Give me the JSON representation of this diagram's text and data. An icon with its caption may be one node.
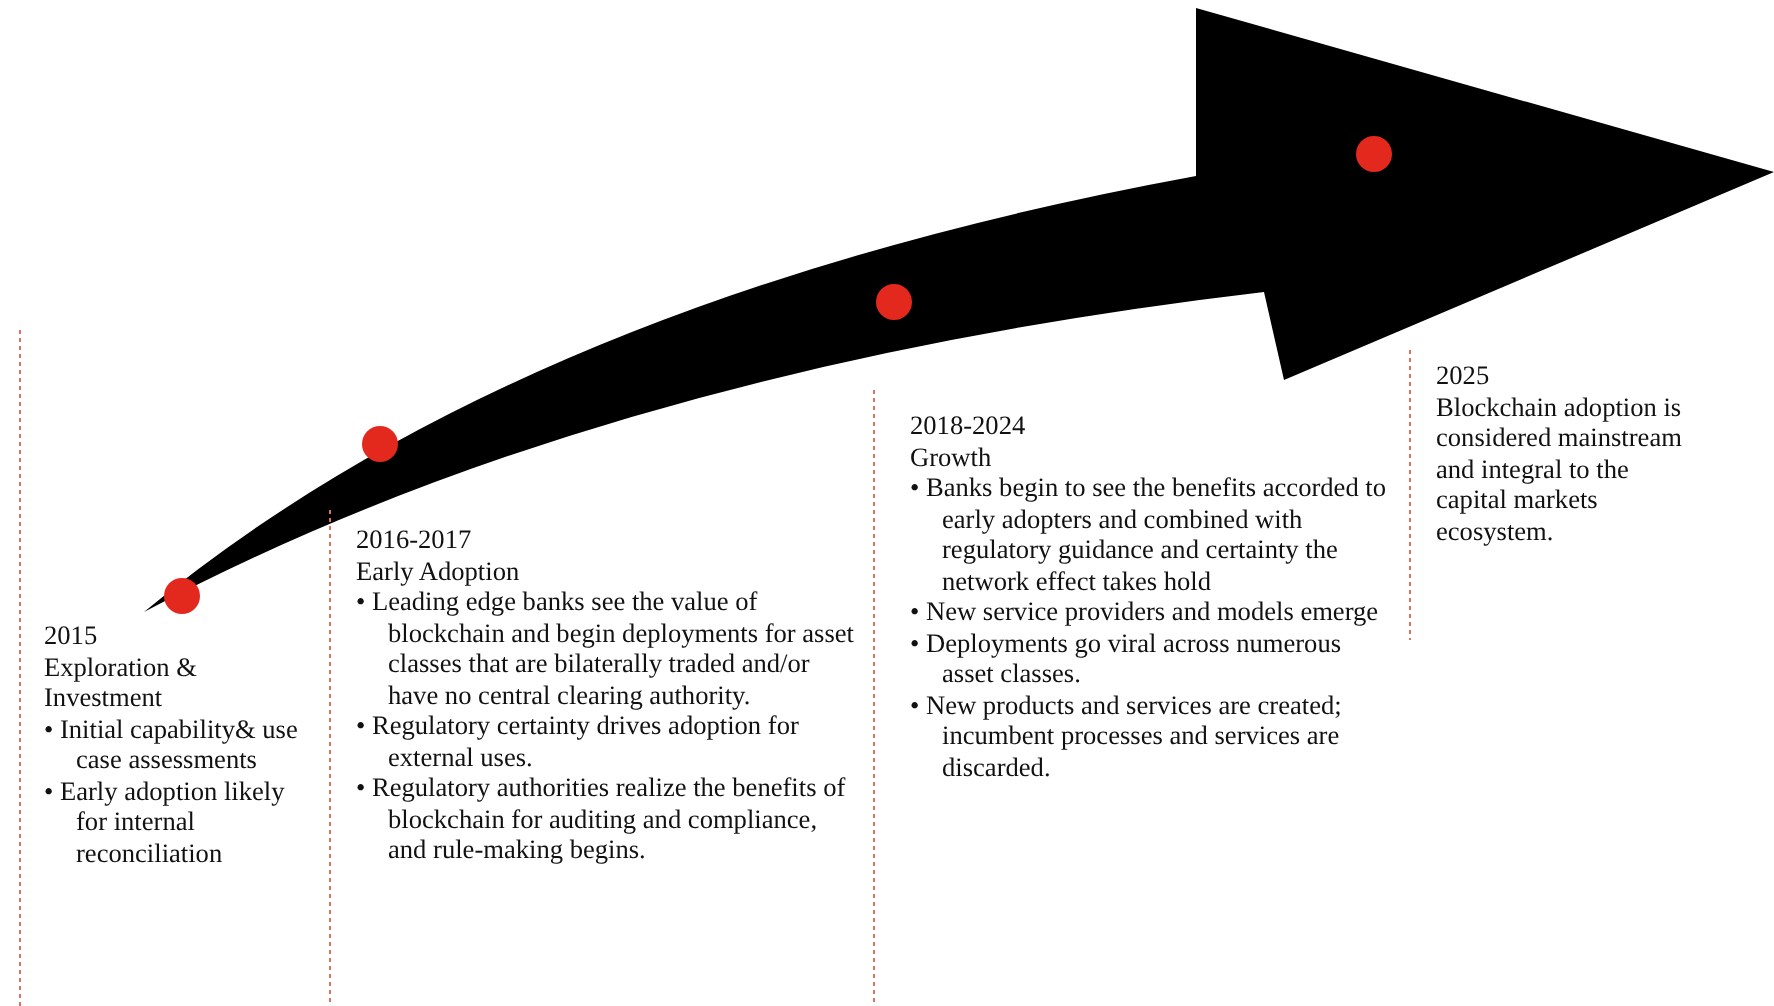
{
  "diagram": {
    "nodes": [
      {
        "text": [],
        "shape": "circle"
      },
      {
        "text": [],
        "shape": "circle"
      },
      {
        "text": [],
        "shape": "circle"
      },
      {
        "text": [],
        "shape": "circle"
      },
      {
        "text": [
          "2015",
          "Exploration & Investment",
          "• Initial capability& use case assessments",
          "• Early adoption likely for internal reconciliation"
        ]
      },
      {
        "text": [
          "2016-2017",
          "Early Adoption",
          "• Leading edge banks see the value of blockchain and begin deployments for asset classes that are bilaterally traded and/or have no central clearing authority.",
          "• Regulatory certainty drives adoption for external uses.",
          "• Regulatory authorities realize the benefits of blockchain for auditing and compliance, and rule-making begins."
        ]
      },
      {
        "text": [
          "2018-2024",
          "Growth",
          "• Banks begin to see the benefits accorded to early adopters and combined with regulatory guidance and certainty the network effect takes hold",
          "• New service providers and models emerge",
          "• Deployments go viral across numerous asset classes.",
          "• New products and services are created; incumbent processes and services are discarded."
        ]
      },
      {
        "text": [
          "2025",
          "Blockchain adoption is considered mainstream and integral to the capital markets ecosystem."
        ]
      }
    ]
  }
}
